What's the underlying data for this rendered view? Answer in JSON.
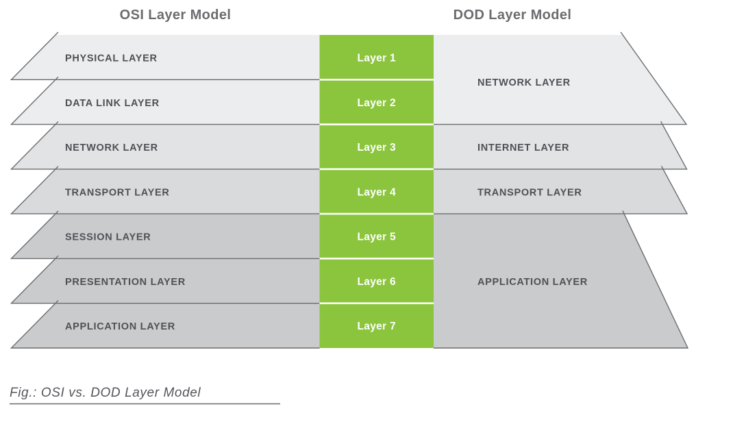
{
  "titles": {
    "osi": "OSI Layer Model",
    "dod": "DOD Layer Model"
  },
  "osi_layers": [
    "PHYSICAL LAYER",
    "DATA LINK LAYER",
    "NETWORK LAYER",
    "TRANSPORT LAYER",
    "SESSION LAYER",
    "PRESENTATION LAYER",
    "APPLICATION LAYER"
  ],
  "center_layers": [
    "Layer 1",
    "Layer 2",
    "Layer 3",
    "Layer 4",
    "Layer 5",
    "Layer 6",
    "Layer 7"
  ],
  "dod_layers": [
    "NETWORK LAYER",
    "INTERNET LAYER",
    "TRANSPORT LAYER",
    "APPLICATION LAYER"
  ],
  "caption": "Fig.: OSI vs. DOD Layer Model",
  "colors": {
    "green": "#8bc53e",
    "sheet_rows_1_2": "#ecedee",
    "sheet_row_3": "#e2e3e4",
    "sheet_row_4": "#d9dadb",
    "sheet_rows_5_7": "#c9cbcc",
    "outline": "#6b6c6e",
    "layer_label_text": "#4e5156",
    "title_text": "#6b6c6f",
    "green_label_text": "#ffffff",
    "caption_text": "#55565b"
  }
}
